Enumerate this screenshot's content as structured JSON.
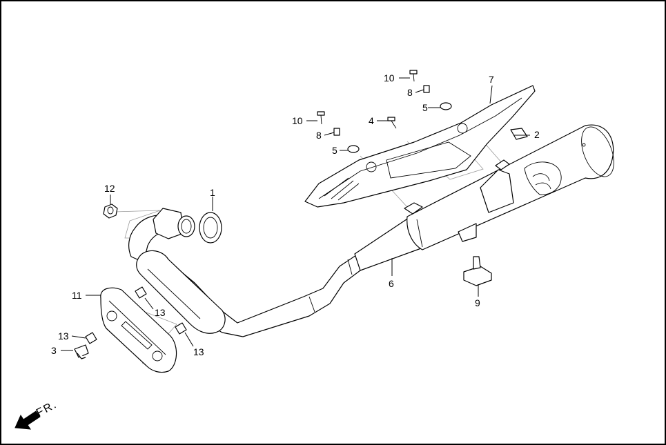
{
  "direction_label": "FR.",
  "callouts": [
    {
      "id": "1",
      "text": "1"
    },
    {
      "id": "2",
      "text": "2"
    },
    {
      "id": "3",
      "text": "3"
    },
    {
      "id": "4",
      "text": "4"
    },
    {
      "id": "5a",
      "text": "5"
    },
    {
      "id": "5b",
      "text": "5"
    },
    {
      "id": "6",
      "text": "6"
    },
    {
      "id": "7",
      "text": "7"
    },
    {
      "id": "8a",
      "text": "8"
    },
    {
      "id": "8b",
      "text": "8"
    },
    {
      "id": "9",
      "text": "9"
    },
    {
      "id": "10a",
      "text": "10"
    },
    {
      "id": "10b",
      "text": "10"
    },
    {
      "id": "11",
      "text": "11"
    },
    {
      "id": "12",
      "text": "12"
    },
    {
      "id": "13a",
      "text": "13"
    },
    {
      "id": "13b",
      "text": "13"
    },
    {
      "id": "13c",
      "text": "13"
    }
  ]
}
